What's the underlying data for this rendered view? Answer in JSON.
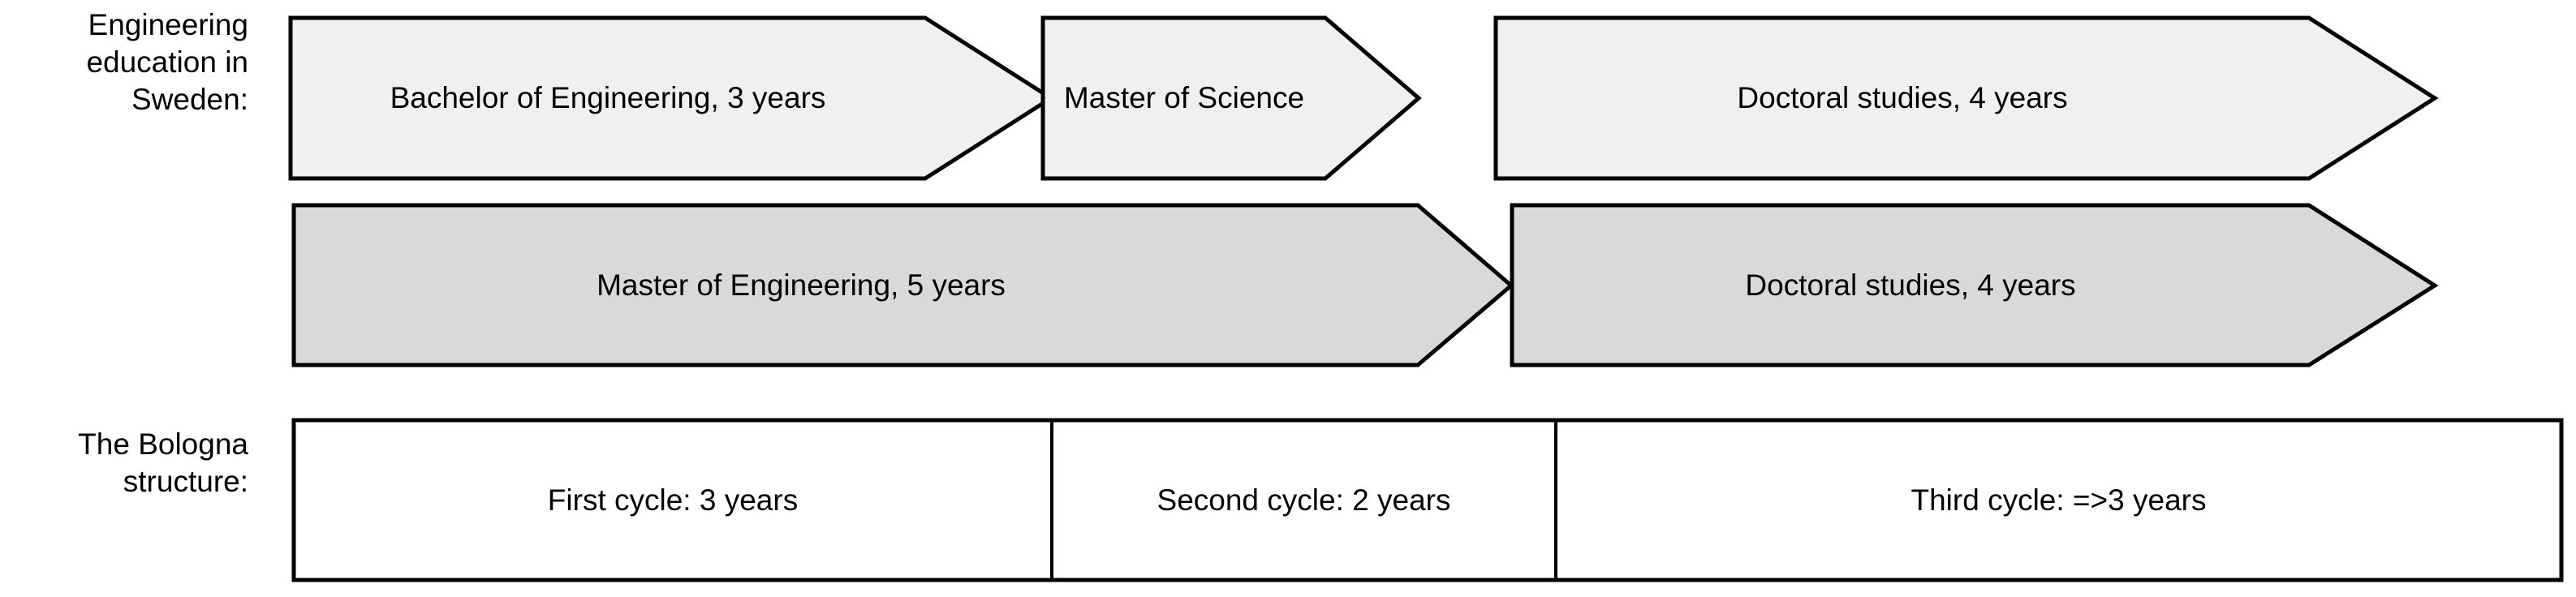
{
  "diagram": {
    "title_not_shown": "",
    "colors": {
      "row1_fill": "#f0f0f0",
      "row2_fill": "#d9d9d9",
      "row3_fill": "#ffffff",
      "outline": "#000000",
      "text": "#000000"
    },
    "rows": [
      {
        "id": "sweden-engineering-track-bachelor",
        "label": "Engineering\neducation in\nSweden:",
        "shapes": [
          {
            "name": "bachelor-of-engineering",
            "text": "Bachelor of Engineering, 3 years",
            "shape": "chevron-arrow",
            "fill": "#f0f0f0"
          },
          {
            "name": "master-of-science",
            "text": "Master of Science",
            "shape": "chevron-arrow",
            "fill": "#f0f0f0"
          },
          {
            "name": "doctoral-studies-row1",
            "text": "Doctoral studies, 4 years",
            "shape": "chevron-arrow",
            "fill": "#f0f0f0"
          }
        ]
      },
      {
        "id": "sweden-engineering-track-master",
        "label": "",
        "shapes": [
          {
            "name": "master-of-engineering",
            "text": "Master of Engineering, 5 years",
            "shape": "chevron-arrow",
            "fill": "#d9d9d9"
          },
          {
            "name": "doctoral-studies-row2",
            "text": "Doctoral studies, 4 years",
            "shape": "chevron-arrow",
            "fill": "#d9d9d9"
          }
        ]
      },
      {
        "id": "bologna-structure",
        "label": "The Bologna\nstructure:",
        "shapes": [
          {
            "name": "first-cycle",
            "text": "First cycle: 3 years",
            "shape": "rectangle",
            "fill": "#ffffff"
          },
          {
            "name": "second-cycle",
            "text": "Second cycle: 2 years",
            "shape": "rectangle",
            "fill": "#ffffff"
          },
          {
            "name": "third-cycle",
            "text": "Third cycle: =>3 years",
            "shape": "rectangle",
            "fill": "#ffffff"
          }
        ]
      }
    ]
  }
}
